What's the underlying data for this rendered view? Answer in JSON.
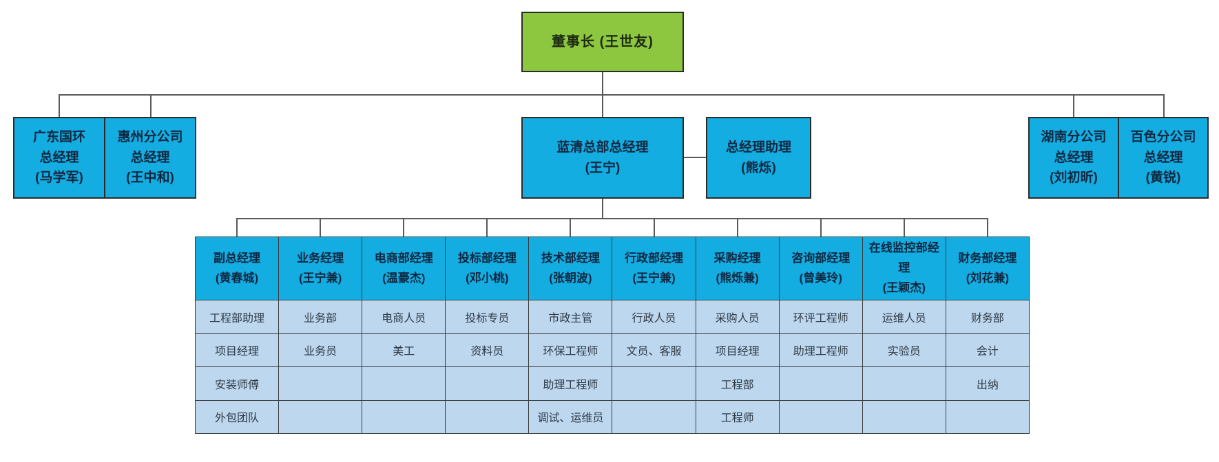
{
  "colors": {
    "chairman_green": "#8dc63f",
    "box_blue": "#14ade1",
    "cell_light_blue": "#bcd7ee",
    "connector_gray": "#595959"
  },
  "org": {
    "chairman": {
      "label": "董事长 (王世友)"
    },
    "level2": {
      "left_group": [
        {
          "label": "广东国环\n总经理\n(马学军)"
        },
        {
          "label": "惠州分公司\n总经理\n(王中和)"
        }
      ],
      "hq_gm": {
        "label": "蓝清总部总经理\n(王宁)"
      },
      "assistant": {
        "label": "总经理助理\n(熊烁)"
      },
      "right_group": [
        {
          "label": "湖南分公司\n总经理\n(刘初昕)"
        },
        {
          "label": "百色分公司\n总经理\n(黄锐)"
        }
      ]
    },
    "departments": {
      "headers": [
        "副总经理\n(黄春城)",
        "业务经理\n(王宁兼)",
        "电商部经理\n(温豪杰)",
        "投标部经理\n(邓小桃)",
        "技术部经理\n(张朝波)",
        "行政部经理\n(王宁兼)",
        "采购经理\n(熊烁兼)",
        "咨询部经理\n(曾美玲)",
        "在线监控部经理\n(王颖杰)",
        "财务部经理\n(刘花兼)"
      ],
      "rows": [
        [
          "工程部助理",
          "业务部",
          "电商人员",
          "投标专员",
          "市政主管",
          "行政人员",
          "采购人员",
          "环评工程师",
          "运维人员",
          "财务部"
        ],
        [
          "项目经理",
          "业务员",
          "美工",
          "资料员",
          "环保工程师",
          "文员、客服",
          "项目经理",
          "助理工程师",
          "实验员",
          "会计"
        ],
        [
          "安装师傅",
          "",
          "",
          "",
          "助理工程师",
          "",
          "工程部",
          "",
          "",
          "出纳"
        ],
        [
          "外包团队",
          "",
          "",
          "",
          "调试、运维员",
          "",
          "工程师",
          "",
          "",
          ""
        ]
      ]
    }
  }
}
